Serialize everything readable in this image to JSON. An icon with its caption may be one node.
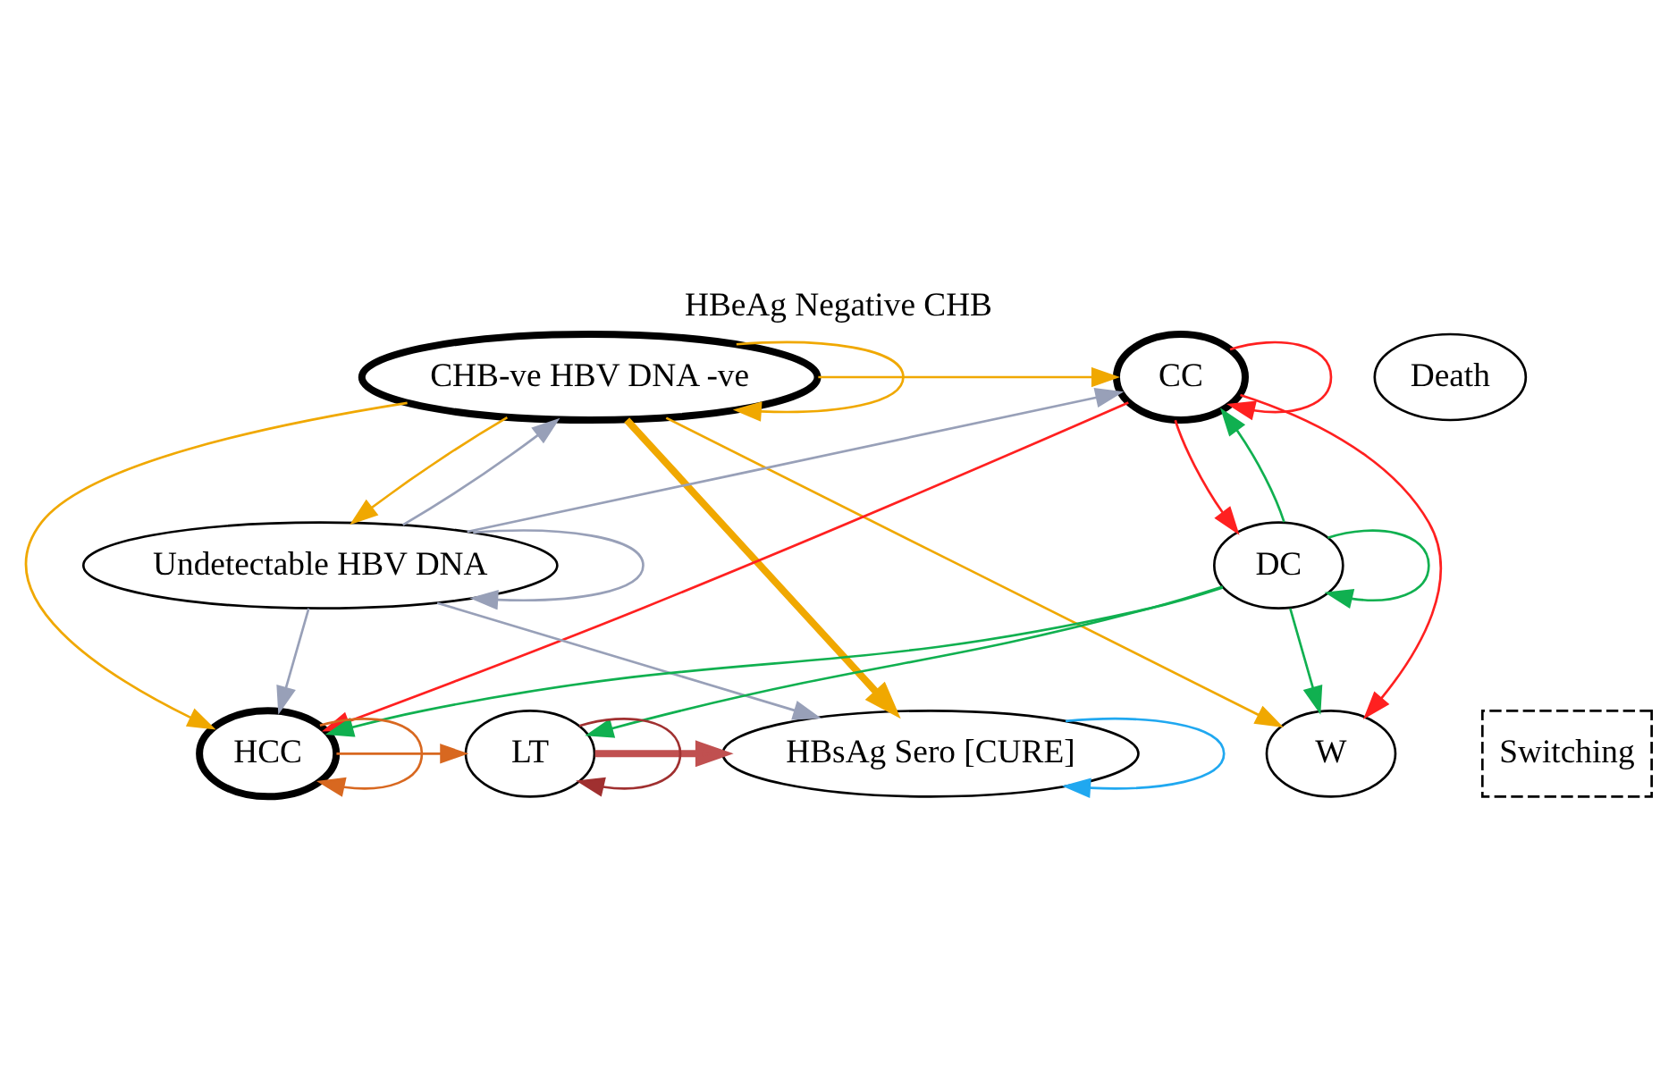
{
  "diagram": {
    "title": "HBeAg Negative CHB",
    "nodes": [
      {
        "text": [
          "CHB-ve HBV DNA -ve"
        ]
      },
      {
        "text": [
          "CC"
        ]
      },
      {
        "text": [
          "W"
        ]
      },
      {
        "text": [
          "Switching"
        ]
      },
      {
        "text": [
          "Undetectable HBV DNA"
        ]
      },
      {
        "text": [
          "DC"
        ]
      },
      {
        "text": [
          "HBsAg Sero [CURE]"
        ]
      },
      {
        "text": [
          "HCC"
        ]
      },
      {
        "text": [
          "LT"
        ]
      },
      {
        "text": [
          "Death"
        ]
      }
    ],
    "edges": [
      {
        "from": 0,
        "to": 0,
        "arrow": "to",
        "color": "#f0a800"
      },
      {
        "from": 0,
        "to": 1,
        "arrow": "to",
        "color": "#f0a800"
      },
      {
        "from": 0,
        "to": 2,
        "arrow": "to",
        "color": "#f0a800"
      },
      {
        "from": 0,
        "to": 4,
        "arrow": "to",
        "color": "#f0a800"
      },
      {
        "from": 0,
        "to": 7,
        "arrow": "to",
        "color": "#f0a800"
      },
      {
        "from": 0,
        "to": 6,
        "arrow": "to",
        "style": "thick",
        "color": "#f0a800"
      },
      {
        "from": 1,
        "to": 1,
        "arrow": "to",
        "color": "#ff2020"
      },
      {
        "from": 1,
        "to": 2,
        "arrow": "to",
        "color": "#ff2020"
      },
      {
        "from": 1,
        "to": 5,
        "arrow": "to",
        "color": "#ff2020"
      },
      {
        "from": 1,
        "to": 7,
        "arrow": "to",
        "color": "#ff2020"
      },
      {
        "from": 4,
        "to": 0,
        "arrow": "to",
        "color": "#98a0b8"
      },
      {
        "from": 4,
        "to": 1,
        "arrow": "to",
        "color": "#98a0b8"
      },
      {
        "from": 4,
        "to": 7,
        "arrow": "to",
        "color": "#98a0b8"
      },
      {
        "from": 4,
        "to": 4,
        "arrow": "to",
        "color": "#98a0b8"
      },
      {
        "from": 4,
        "to": 6,
        "arrow": "to",
        "color": "#98a0b8"
      },
      {
        "from": 5,
        "to": 1,
        "arrow": "to",
        "color": "#10b050"
      },
      {
        "from": 5,
        "to": 2,
        "arrow": "to",
        "color": "#10b050"
      },
      {
        "from": 5,
        "to": 5,
        "arrow": "to",
        "color": "#10b050"
      },
      {
        "from": 5,
        "to": 7,
        "arrow": "to",
        "color": "#10b050"
      },
      {
        "from": 5,
        "to": 8,
        "arrow": "to",
        "color": "#10b050"
      },
      {
        "from": 6,
        "to": 6,
        "arrow": "to",
        "color": "#20a8f0"
      },
      {
        "from": 7,
        "to": 7,
        "arrow": "to",
        "color": "#d86820"
      },
      {
        "from": 7,
        "to": 8,
        "arrow": "to",
        "color": "#d86820"
      },
      {
        "from": 8,
        "to": 8,
        "arrow": "to",
        "color": "#a03030"
      },
      {
        "from": 8,
        "to": 6,
        "arrow": "to",
        "style": "thick",
        "color": "#c05050"
      }
    ]
  }
}
